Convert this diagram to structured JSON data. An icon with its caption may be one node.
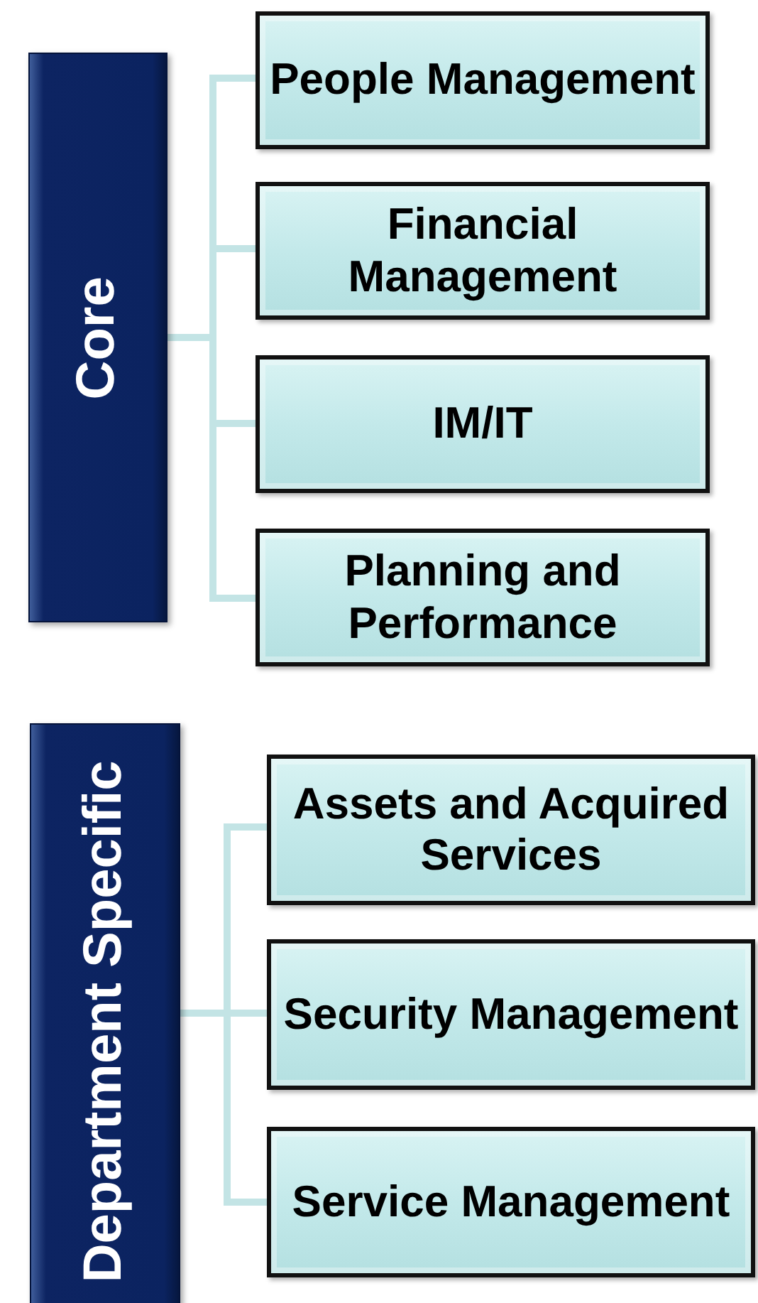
{
  "diagram": {
    "nodes": [
      {
        "text": [
          "Core"
        ]
      },
      {
        "text": [
          "People Management"
        ]
      },
      {
        "text": [
          "Financial Management"
        ]
      },
      {
        "text": [
          "IM/IT"
        ]
      },
      {
        "text": [
          "Planning and Performance"
        ]
      },
      {
        "text": [
          "Department Specific"
        ]
      },
      {
        "text": [
          "Assets and Acquired Services"
        ]
      },
      {
        "text": [
          "Security Management"
        ]
      },
      {
        "text": [
          "Service Management"
        ]
      }
    ],
    "edges": [
      {
        "from": 0,
        "to": 1,
        "arrow": "none"
      },
      {
        "from": 0,
        "to": 2,
        "arrow": "none"
      },
      {
        "from": 0,
        "to": 3,
        "arrow": "none"
      },
      {
        "from": 0,
        "to": 4,
        "arrow": "none"
      },
      {
        "from": 5,
        "to": 6,
        "arrow": "none"
      },
      {
        "from": 5,
        "to": 7,
        "arrow": "none"
      },
      {
        "from": 5,
        "to": 8,
        "arrow": "none"
      }
    ]
  }
}
